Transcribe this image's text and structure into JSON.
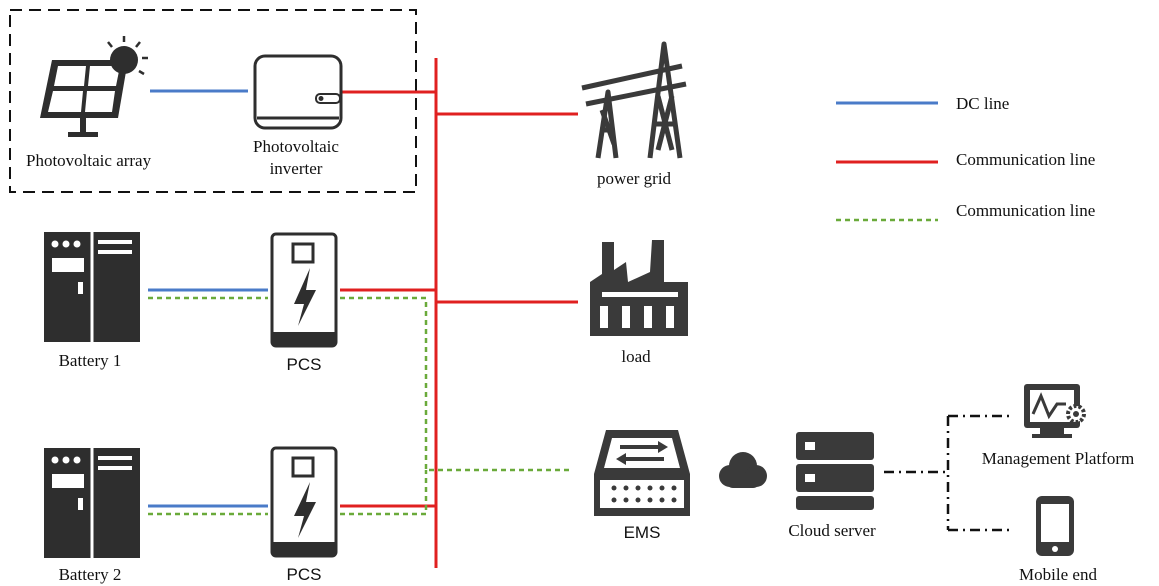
{
  "labels": {
    "pv_array": "Photovoltaic array",
    "pv_inverter_line1": "Photovoltaic",
    "pv_inverter_line2": "inverter",
    "power_grid": "power grid",
    "load": "load",
    "battery1": "Battery 1",
    "battery2": "Battery 2",
    "pcs1": "PCS",
    "pcs2": "PCS",
    "ems": "EMS",
    "cloud_server": "Cloud server",
    "management_platform": "Management Platform",
    "mobile_end": "Mobile end"
  },
  "legend": [
    {
      "label": "DC line",
      "color": "#4a7bc8",
      "style": "solid"
    },
    {
      "label": "Communication line",
      "color": "#e02020",
      "style": "solid"
    },
    {
      "label": "Communication line",
      "color": "#6aaa3a",
      "style": "dashed"
    }
  ],
  "colors": {
    "dc_line": "#4a7bc8",
    "ac_line": "#e02020",
    "comm_line": "#6aaa3a",
    "icon_fill": "#3a3a3a",
    "frame": "#111111"
  },
  "icons": [
    "solar-panel-icon",
    "sun-icon",
    "inverter-icon",
    "transmission-tower-icon",
    "factory-icon",
    "battery-cabinet-icon",
    "pcs-icon",
    "ems-switch-icon",
    "cloud-icon",
    "server-icon",
    "monitor-gear-icon",
    "smartphone-icon"
  ]
}
